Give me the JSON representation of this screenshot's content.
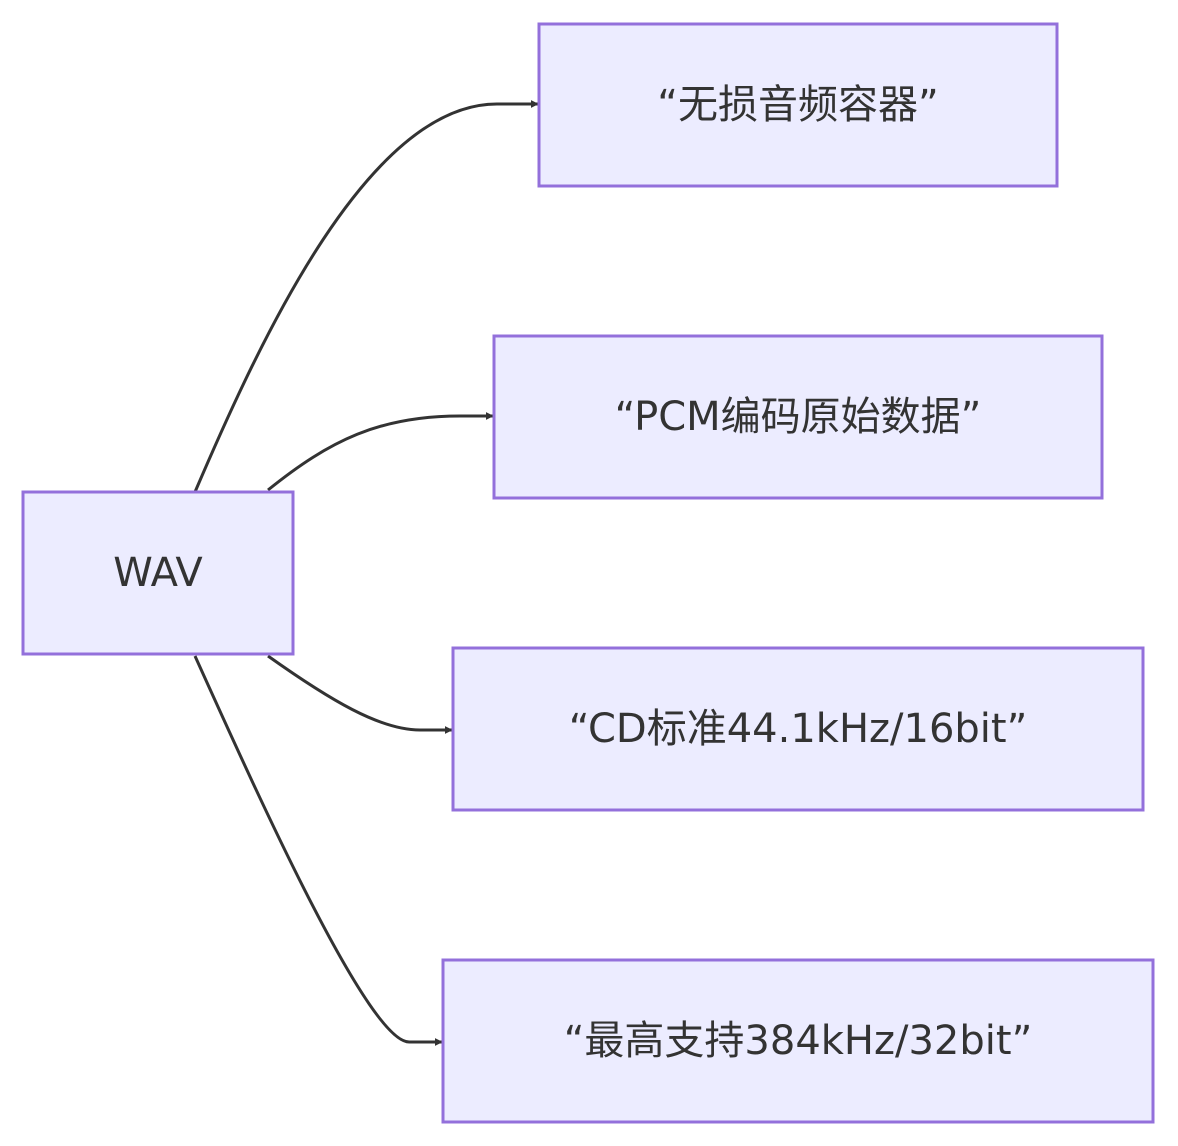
{
  "diagram": {
    "type": "flowchart",
    "direction": "LR",
    "nodes": [
      {
        "id": "wav",
        "label": "WAV"
      },
      {
        "id": "n1",
        "label": "“无损音频容器”"
      },
      {
        "id": "n2",
        "label": "“PCM编码原始数据”"
      },
      {
        "id": "n3",
        "label": "“CD标准44.1kHz/16bit”"
      },
      {
        "id": "n4",
        "label": "“最高支持384kHz/32bit”"
      }
    ],
    "edges": [
      {
        "from": "wav",
        "to": "n1"
      },
      {
        "from": "wav",
        "to": "n2"
      },
      {
        "from": "wav",
        "to": "n3"
      },
      {
        "from": "wav",
        "to": "n4"
      }
    ],
    "colors": {
      "node_fill": "#ececff",
      "node_stroke": "#9370db",
      "edge": "#333333",
      "text": "#333333"
    }
  }
}
